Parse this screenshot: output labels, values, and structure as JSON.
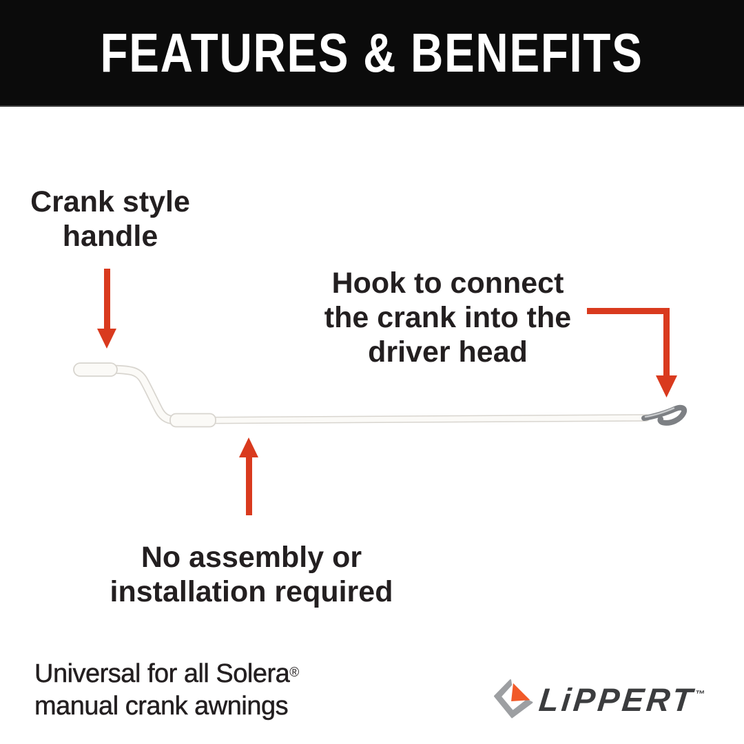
{
  "header": {
    "title": "FEATURES & BENEFITS"
  },
  "labels": {
    "crank": {
      "lines": [
        "Crank style",
        "handle"
      ]
    },
    "hook": {
      "lines": [
        "Hook to connect",
        "the crank into the",
        "driver head"
      ]
    },
    "assembly": {
      "lines": [
        "No assembly or",
        "installation required"
      ]
    }
  },
  "footer": {
    "tagline": {
      "line1": "Universal for all Solera",
      "registered_mark": "®",
      "line2": "manual crank awnings"
    },
    "logo": {
      "wordmark": "LiPPERT",
      "trademark": "™"
    }
  },
  "colors": {
    "header_bg": "#0b0b0b",
    "header_text": "#ffffff",
    "arrow_red": "#d93a1e",
    "body_text": "#231f20",
    "logo_orange": "#f15a29",
    "logo_gray": "#9d9fa2",
    "wordmark_gray": "#3b3c3e",
    "rod_white": "#fbfaf7",
    "rod_outline": "#d8d5cf",
    "hook_metal": "#7d8084"
  }
}
